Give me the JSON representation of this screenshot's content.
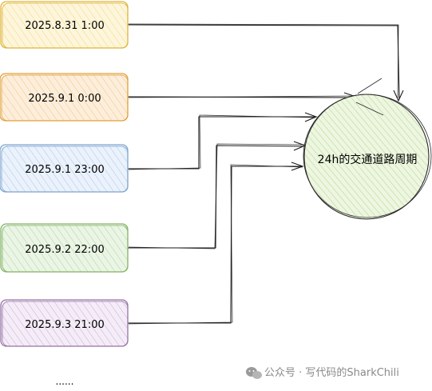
{
  "colors": {
    "yellow_fill": "#fdf1c4",
    "yellow_stroke": "#e0b43a",
    "orange_fill": "#fde4c2",
    "orange_stroke": "#e0a03a",
    "blue_fill": "#dbe8f7",
    "blue_stroke": "#7da4cf",
    "green_fill": "#d9ecd0",
    "green_stroke": "#82b366",
    "purple_fill": "#e9dcef",
    "purple_stroke": "#9673a6",
    "circle_fill": "#d5e8b8",
    "circle_stroke": "#2a2a2a",
    "wechat_icon": "#9a9a9a"
  },
  "boxes": [
    {
      "label": "2025.8.31 1:00",
      "color": "yellow"
    },
    {
      "label": "2025.9.1 0:00",
      "color": "orange"
    },
    {
      "label": "2025.9.1 23:00",
      "color": "blue"
    },
    {
      "label": "2025.9.2 22:00",
      "color": "green"
    },
    {
      "label": "2025.9.3 21:00",
      "color": "purple"
    }
  ],
  "circle": {
    "label": "24h的交通道路周期"
  },
  "ellipsis": "......",
  "watermark": {
    "text": "公众号 · 写代码的SharkChili",
    "icon": "wechat-icon"
  }
}
